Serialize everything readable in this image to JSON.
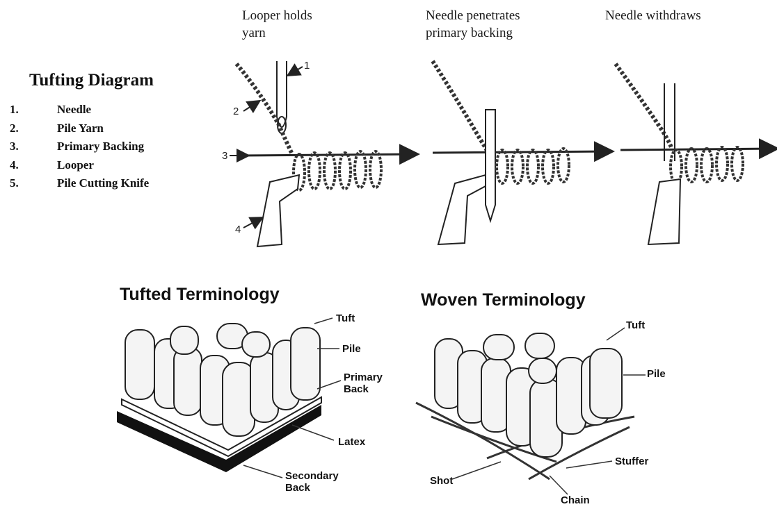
{
  "tufting_diagram": {
    "title": "Tufting Diagram",
    "items": [
      {
        "num": "1.",
        "label": "Needle"
      },
      {
        "num": "2.",
        "label": "Pile Yarn"
      },
      {
        "num": "3.",
        "label": "Primary Backing"
      },
      {
        "num": "4.",
        "label": "Looper"
      },
      {
        "num": "5.",
        "label": "Pile Cutting Knife"
      }
    ]
  },
  "steps": {
    "step1": "Looper holds\nyarn",
    "step2": "Needle penetrates\nprimary backing",
    "step3": "Needle withdraws"
  },
  "part_numbers": {
    "n1": "1",
    "n2": "2",
    "n3": "3",
    "n4": "4"
  },
  "tufted": {
    "title": "Tufted Terminology",
    "tuft": "Tuft",
    "pile": "Pile",
    "primary_back": "Primary\nBack",
    "latex": "Latex",
    "secondary_back": "Secondary\nBack"
  },
  "woven": {
    "title": "Woven Terminology",
    "tuft": "Tuft",
    "pile": "Pile",
    "stuffer": "Stuffer",
    "shot": "Shot",
    "chain": "Chain"
  }
}
